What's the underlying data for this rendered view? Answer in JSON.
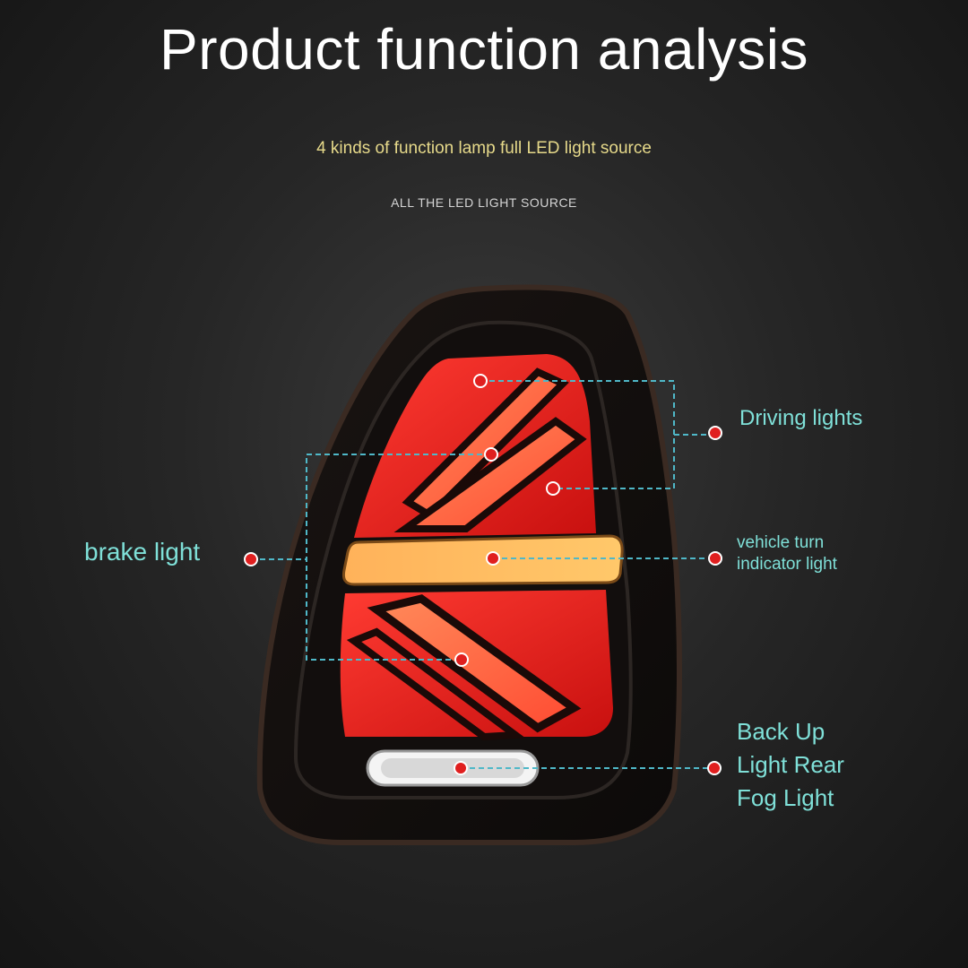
{
  "header": {
    "title": "Product function analysis",
    "subtitle": "4 kinds of function lamp full LED light source",
    "tagline": "ALL THE LED LIGHT SOURCE"
  },
  "callouts": {
    "driving": "Driving lights",
    "brake": "brake light",
    "turn": [
      "vehicle turn",
      "indicator light"
    ],
    "backup": [
      "Back Up",
      "Light Rear",
      "Fog Light"
    ]
  },
  "colors": {
    "callout_text": "#7fe0d8",
    "marker_red": "#e01f1f",
    "leader_line": "#4fb8c8",
    "subtitle_gold": "#e6d98a"
  }
}
